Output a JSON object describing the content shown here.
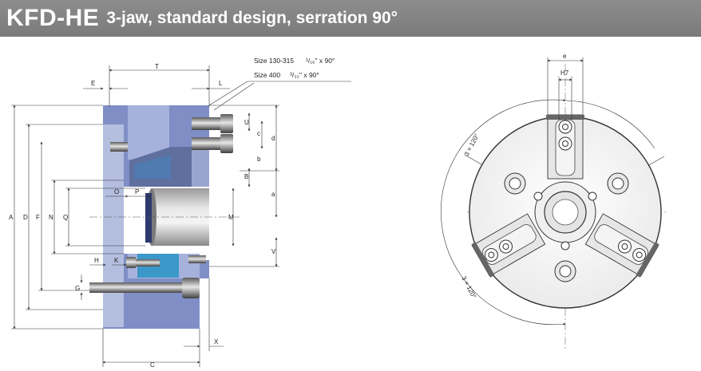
{
  "header": {
    "model": "KFD-HE",
    "subtitle": "3-jaw, standard design, serration 90°"
  },
  "notes": {
    "size_a_label": "Size 130-315",
    "size_a_spec": "¹/₁₆\" x 90°",
    "size_b_label": "Size 400",
    "size_b_spec": "³/₃₂\" x 90°"
  },
  "dimensions": {
    "T": "T",
    "E": "E",
    "L": "L",
    "U": "U",
    "c": "c",
    "d": "d",
    "b": "b",
    "B": "B",
    "a": "a",
    "A": "A",
    "D": "D",
    "F": "F",
    "N": "N",
    "Q": "Q",
    "M": "M",
    "O": "O",
    "P": "P",
    "V": "V",
    "H": "H",
    "K": "K",
    "G": "G",
    "C": "C",
    "X": "X",
    "e": "e",
    "H7": "H7",
    "angle_top": "3 × 120°",
    "angle_bottom": "3 × 120°"
  },
  "colors": {
    "header_bg": "#808080",
    "body_blue": "#7f8fc6",
    "light_blue": "#a6b2dc",
    "cyan_part": "#3b98c9",
    "steel_dark": "#4a4a4a",
    "steel_light": "#d8d8d8"
  }
}
